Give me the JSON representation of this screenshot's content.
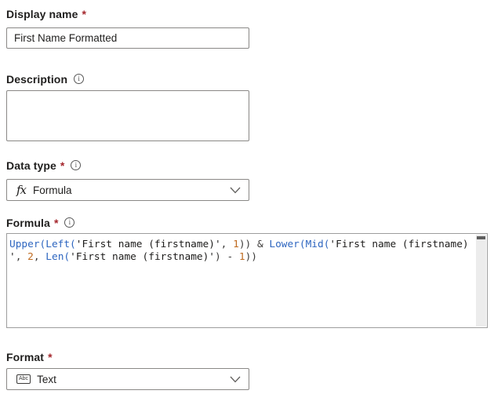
{
  "colors": {
    "label_text": "#201f1e",
    "required_marker": "#a4262c",
    "input_border": "#8a8886",
    "code_function": "#2e66c0",
    "code_string": "#1d1c1b",
    "code_number": "#bf6a1f",
    "code_punctuation": "#3b3a39"
  },
  "required_marker": "*",
  "info_glyph": "i",
  "fields": {
    "display_name": {
      "label": "Display name",
      "required": true,
      "value": "First Name Formatted"
    },
    "description": {
      "label": "Description",
      "has_info": true,
      "value": ""
    },
    "data_type": {
      "label": "Data type",
      "required": true,
      "has_info": true,
      "icon_text": "fx",
      "value": "Formula"
    },
    "formula": {
      "label": "Formula",
      "required": true,
      "has_info": true,
      "text": "Upper(Left('First name (firstname)', 1)) & Lower(Mid('First name (firstname)', 2, Len('First name (firstname)') - 1))",
      "lines": [
        [
          {
            "t": "Upper(",
            "c": "func"
          },
          {
            "t": "Left(",
            "c": "func"
          },
          {
            "t": "'First name (firstname)'",
            "c": "str"
          },
          {
            "t": ", ",
            "c": "punct"
          },
          {
            "t": "1",
            "c": "num"
          },
          {
            "t": "))",
            "c": "punct"
          },
          {
            "t": " & ",
            "c": "punct"
          },
          {
            "t": "Lower(",
            "c": "func"
          },
          {
            "t": "Mid(",
            "c": "func"
          },
          {
            "t": "'First name (firstname)",
            "c": "str"
          }
        ],
        [
          {
            "t": "'",
            "c": "str"
          },
          {
            "t": ", ",
            "c": "punct"
          },
          {
            "t": "2",
            "c": "num"
          },
          {
            "t": ", ",
            "c": "punct"
          },
          {
            "t": "Len(",
            "c": "func"
          },
          {
            "t": "'First name (firstname)'",
            "c": "str"
          },
          {
            "t": ")",
            "c": "punct"
          },
          {
            "t": " - ",
            "c": "punct"
          },
          {
            "t": "1",
            "c": "num"
          },
          {
            "t": "))",
            "c": "punct"
          }
        ]
      ]
    },
    "format": {
      "label": "Format",
      "required": true,
      "icon_text": "Abc",
      "value": "Text"
    }
  }
}
